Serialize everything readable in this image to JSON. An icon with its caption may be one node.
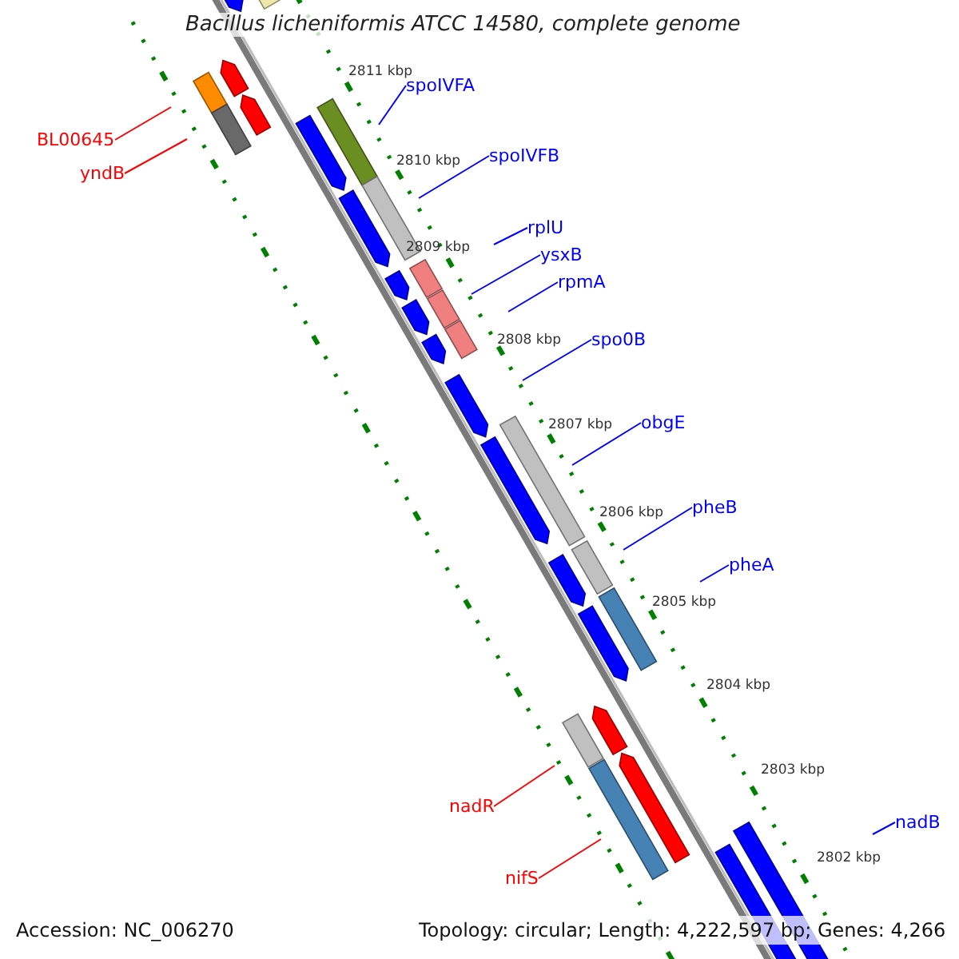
{
  "diagram": {
    "title": "Bacillus licheniformis ATCC 14580, complete genome",
    "nodes": [
      {
        "text": [
          "spoIVFA"
        ]
      },
      {
        "text": [
          "BL00645"
        ]
      },
      {
        "text": [
          "spoIVFB"
        ]
      },
      {
        "text": [
          "yndB"
        ]
      },
      {
        "text": [
          "rplU"
        ]
      },
      {
        "text": [
          "ysxB"
        ]
      },
      {
        "text": [
          "rpmA"
        ]
      },
      {
        "text": [
          "spo0B"
        ]
      },
      {
        "text": [
          "obgE"
        ]
      },
      {
        "text": [
          "pheB"
        ]
      },
      {
        "text": [
          "pheA"
        ]
      },
      {
        "text": [
          "nadR"
        ]
      },
      {
        "text": [
          "nadB"
        ]
      },
      {
        "text": [
          "nifS"
        ]
      }
    ],
    "edges": [
      {
        "from": 0,
        "to": null,
        "arrow": "none"
      },
      {
        "from": 1,
        "to": null,
        "arrow": "none",
        "color": "#ff0000"
      },
      {
        "from": 2,
        "to": null,
        "arrow": "none"
      },
      {
        "from": 3,
        "to": null,
        "arrow": "none",
        "color": "#ff0000"
      },
      {
        "from": 4,
        "to": null,
        "arrow": "none"
      },
      {
        "from": 5,
        "to": null,
        "arrow": "none"
      },
      {
        "from": 6,
        "to": null,
        "arrow": "none"
      },
      {
        "from": 7,
        "to": null,
        "arrow": "none"
      },
      {
        "from": 8,
        "to": null,
        "arrow": "none"
      },
      {
        "from": 9,
        "to": null,
        "arrow": "none"
      },
      {
        "from": 10,
        "to": null,
        "arrow": "none"
      },
      {
        "from": 11,
        "to": null,
        "arrow": "none",
        "color": "#ff0000"
      },
      {
        "from": 12,
        "to": null,
        "arrow": "none"
      },
      {
        "from": 13,
        "to": null,
        "arrow": "none",
        "color": "#ff0000"
      }
    ],
    "labels": [
      "2811 kbp",
      "2810 kbp",
      "2809 kbp",
      "2808 kbp",
      "2807 kbp",
      "2806 kbp",
      "2805 kbp",
      "2804 kbp",
      "2803 kbp",
      "2802 kbp",
      "Accession: NC_006270",
      "Topology: circular; Length: 4,222,597 bp; Genes: 4,266"
    ]
  }
}
